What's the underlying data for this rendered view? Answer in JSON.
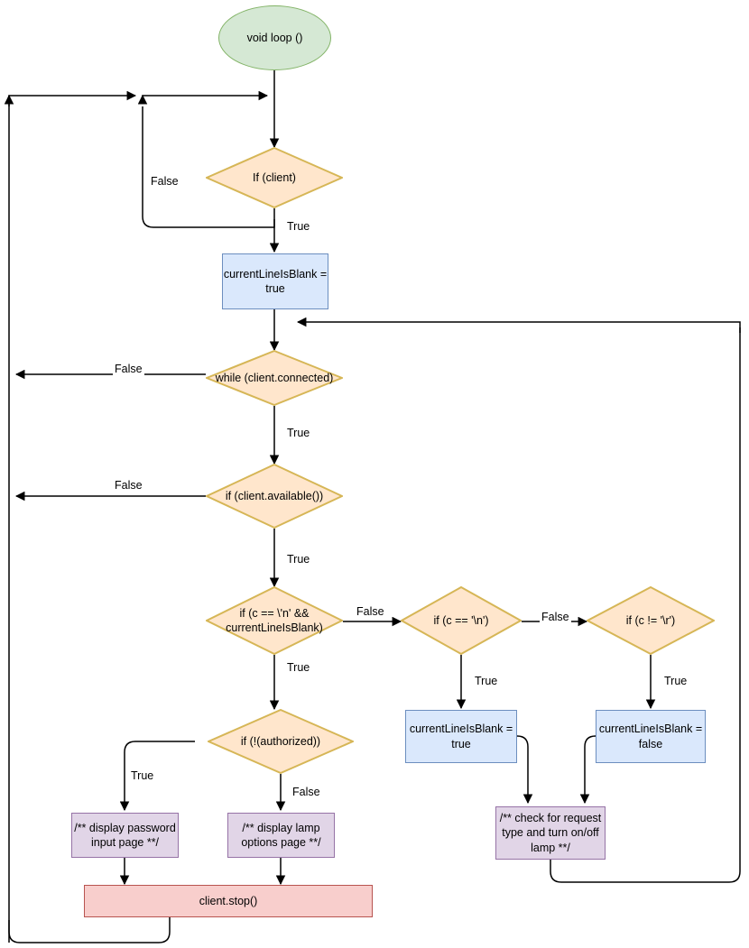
{
  "diagram": {
    "title": "void loop() HTTP client flowchart",
    "colors": {
      "terminal_fill": "#d5e8d4",
      "terminal_stroke": "#82b366",
      "process_blue_fill": "#dae8fc",
      "process_blue_stroke": "#6c8ebf",
      "decision_fill": "#ffe6cc",
      "decision_stroke": "#d6b656",
      "process_purple_fill": "#e1d5e7",
      "process_purple_stroke": "#9673a6",
      "process_red_fill": "#f8cecc",
      "process_red_stroke": "#b85450",
      "edge_stroke": "#000000"
    },
    "nodes": {
      "start": "void loop ()",
      "if_client": "If (client)",
      "set_blank_true_1": "currentLineIsBlank =\ntrue",
      "while_connected": "while (client.connected)",
      "if_available": "if (client.available())",
      "if_newline_and_blank": "if (c == \\'n'  &&\ncurrentLineIsBlank)",
      "if_newline": "if (c == '\\n')",
      "if_not_return": "if (c != '\\r')",
      "set_blank_true_2": "currentLineIsBlank =\ntrue",
      "set_blank_false": "currentLineIsBlank =\nfalse",
      "if_authorized": "if (!(authorized))",
      "display_password": "/** display password\ninput page **/",
      "display_lamp": "/** display lamp\noptions page **/",
      "check_request": "/** check for request\ntype and turn on/off\nlamp **/",
      "client_stop": "client.stop()"
    },
    "edge_labels": {
      "if_client_false": "False",
      "if_client_true": "True",
      "while_false": "False",
      "while_true": "True",
      "available_false": "False",
      "available_true": "True",
      "newline_blank_false": "False",
      "newline_blank_true": "True",
      "newline_false": "False",
      "newline_true": "True",
      "not_return_true": "True",
      "authorized_true": "True",
      "authorized_false": "False"
    }
  }
}
